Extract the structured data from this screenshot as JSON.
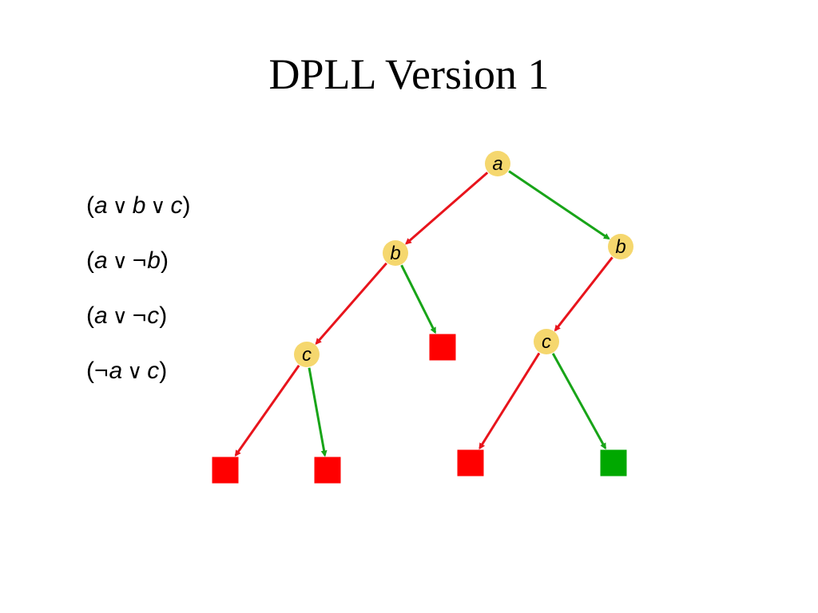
{
  "title": "DPLL Version 1",
  "clauses": [
    [
      {
        "t": "(",
        "c": "p"
      },
      {
        "t": "a",
        "c": "var"
      },
      {
        "t": "∨",
        "c": "op"
      },
      {
        "t": "b",
        "c": "var"
      },
      {
        "t": "∨",
        "c": "op"
      },
      {
        "t": "c",
        "c": "var"
      },
      {
        "t": ")",
        "c": "p"
      }
    ],
    [
      {
        "t": "(",
        "c": "p"
      },
      {
        "t": "a",
        "c": "var"
      },
      {
        "t": "∨",
        "c": "op"
      },
      {
        "t": "¬",
        "c": "neg"
      },
      {
        "t": "b",
        "c": "var"
      },
      {
        "t": ")",
        "c": "p"
      }
    ],
    [
      {
        "t": "(",
        "c": "p"
      },
      {
        "t": "a",
        "c": "var"
      },
      {
        "t": "∨",
        "c": "op"
      },
      {
        "t": "¬",
        "c": "neg"
      },
      {
        "t": "c",
        "c": "var"
      },
      {
        "t": ")",
        "c": "p"
      }
    ],
    [
      {
        "t": "(",
        "c": "p"
      },
      {
        "t": "¬",
        "c": "neg"
      },
      {
        "t": "a",
        "c": "var"
      },
      {
        "t": "∨",
        "c": "op"
      },
      {
        "t": "c",
        "c": "var"
      },
      {
        "t": ")",
        "c": "p"
      }
    ]
  ],
  "colors": {
    "node_fill": "#f5d76e",
    "false_branch": "#e8141c",
    "true_branch": "#18a418",
    "conflict_leaf": "#ff0000",
    "solution_leaf": "#00a800"
  },
  "tree": {
    "nodes": [
      {
        "id": "n-a",
        "label": "a"
      },
      {
        "id": "n-b-left",
        "label": "b"
      },
      {
        "id": "n-b-right",
        "label": "b"
      },
      {
        "id": "n-c-left",
        "label": "c"
      },
      {
        "id": "n-c-right",
        "label": "c"
      }
    ],
    "leaves": [
      {
        "id": "leaf-1",
        "status": "conflict"
      },
      {
        "id": "leaf-2",
        "status": "conflict"
      },
      {
        "id": "leaf-3",
        "status": "conflict"
      },
      {
        "id": "leaf-4",
        "status": "conflict"
      },
      {
        "id": "leaf-5",
        "status": "solution"
      }
    ],
    "edges": [
      {
        "from": "n-a",
        "to": "n-b-left",
        "value": "false"
      },
      {
        "from": "n-a",
        "to": "n-b-right",
        "value": "true"
      },
      {
        "from": "n-b-left",
        "to": "n-c-left",
        "value": "false"
      },
      {
        "from": "n-b-left",
        "to": "leaf-3",
        "value": "true"
      },
      {
        "from": "n-c-left",
        "to": "leaf-1",
        "value": "false"
      },
      {
        "from": "n-c-left",
        "to": "leaf-2",
        "value": "true"
      },
      {
        "from": "n-b-right",
        "to": "n-c-right",
        "value": "false"
      },
      {
        "from": "n-c-right",
        "to": "leaf-4",
        "value": "false"
      },
      {
        "from": "n-c-right",
        "to": "leaf-5",
        "value": "true"
      }
    ]
  }
}
